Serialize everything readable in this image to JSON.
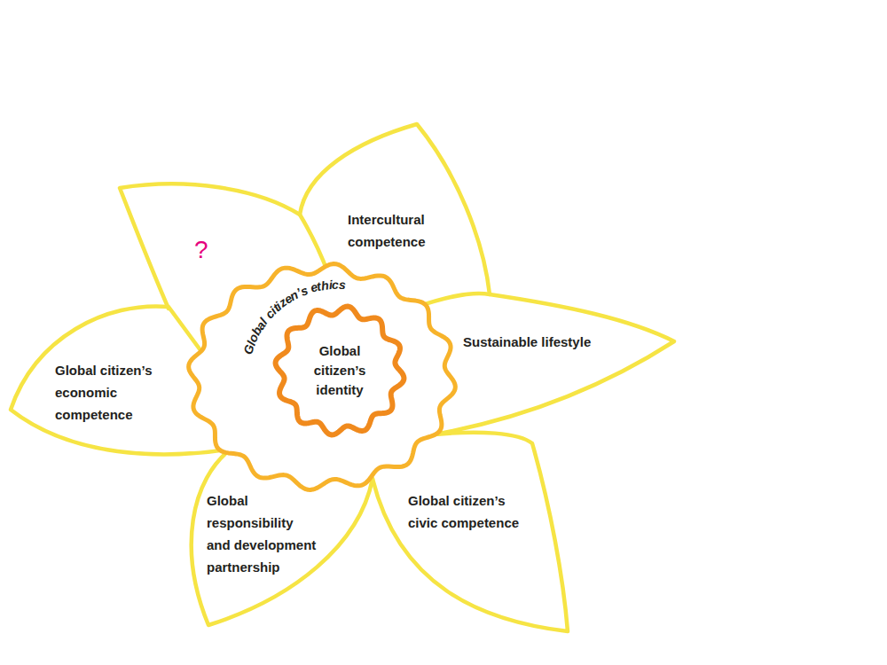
{
  "diagram": {
    "nodes": [
      {
        "text": [
          "?"
        ]
      },
      {
        "text": [
          "Intercultural competence"
        ]
      },
      {
        "text": [
          "Global citizen’s ethics"
        ]
      },
      {
        "text": [
          "Global citizen’s identity"
        ],
        "in": 2
      },
      {
        "text": [
          "Sustainable lifestyle"
        ]
      },
      {
        "text": [
          "Global citizen’s economic competence"
        ]
      },
      {
        "text": [
          "Global responsibility and development partnership"
        ]
      },
      {
        "text": [
          "Global citizen’s civic competence"
        ]
      }
    ]
  }
}
